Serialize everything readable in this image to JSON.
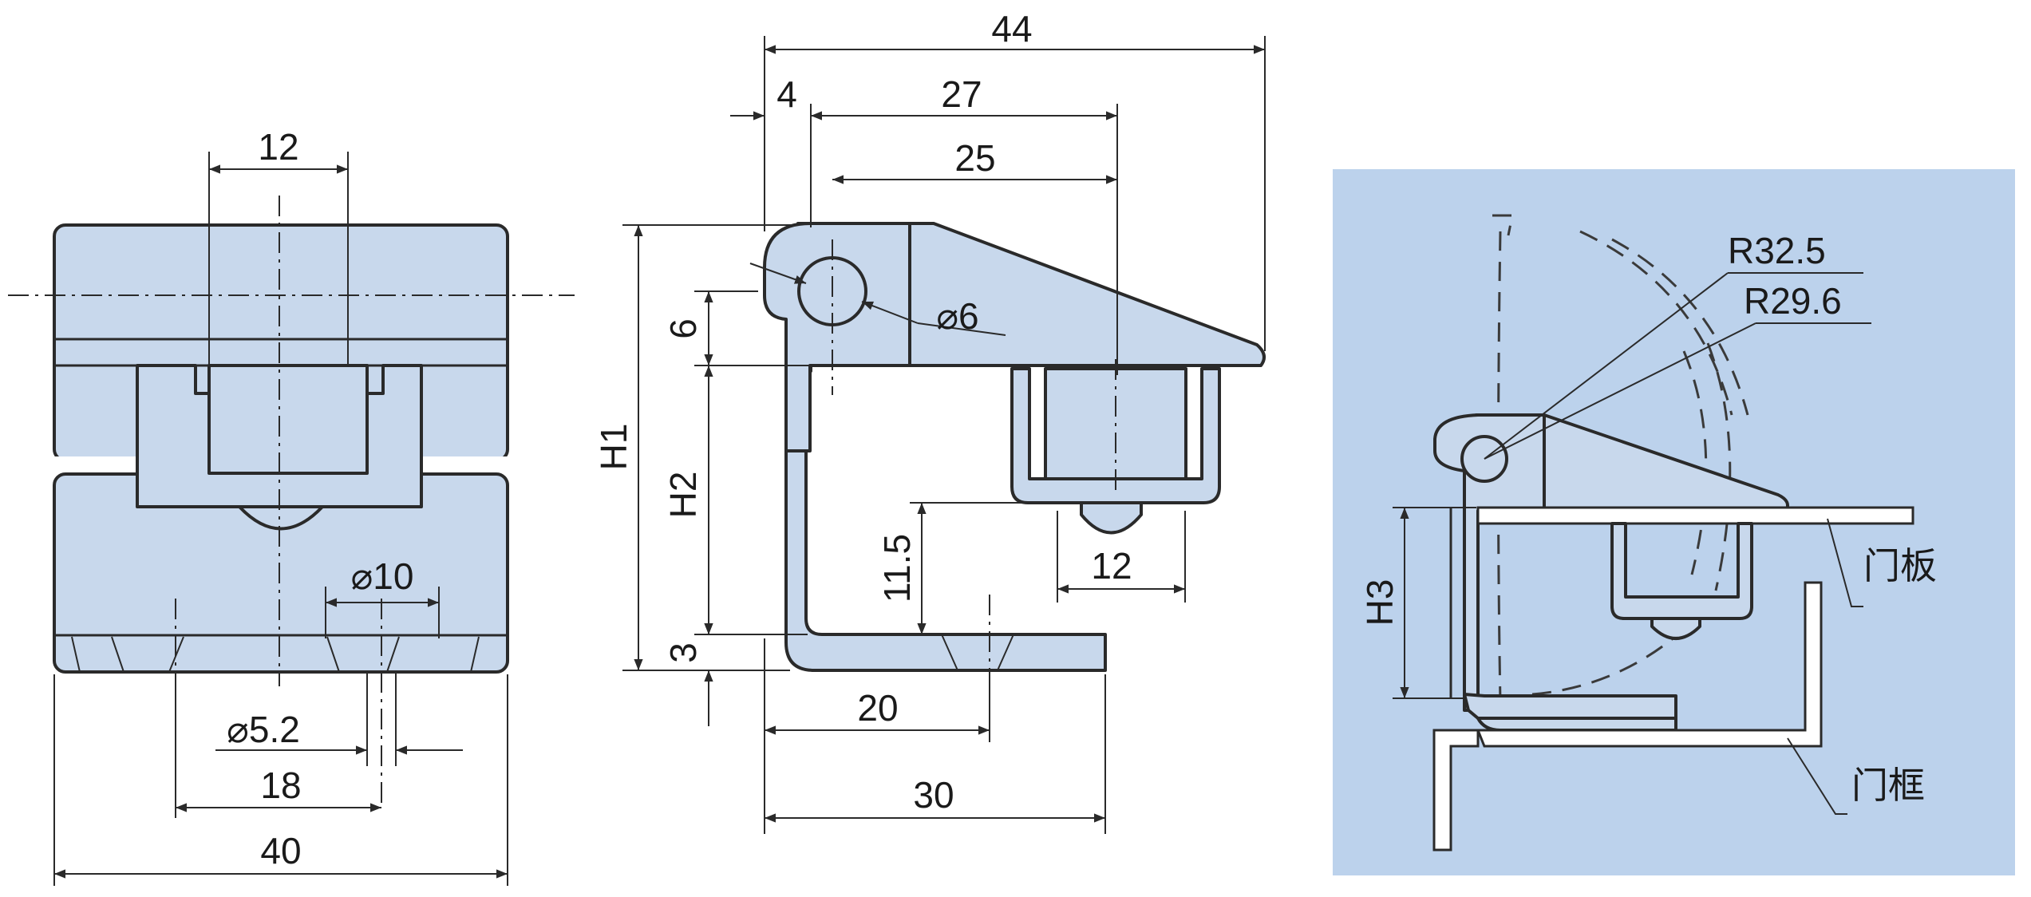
{
  "colors": {
    "part_fill": "#c8d8ec",
    "panel_bg": "#bcd2ec",
    "line": "#2a2a2a"
  },
  "front_view": {
    "dim_top_width": "12",
    "dim_bore": "⌀10",
    "dim_hole": "⌀5.2",
    "dim_hole_spacing": "18",
    "dim_overall_width": "40"
  },
  "side_view": {
    "dim_overall": "44",
    "dim_offset": "4",
    "dim_reach": "27",
    "dim_arm": "25",
    "dim_pivot": "⌀6",
    "dim_pivot_height": "6",
    "dim_h1": "H1",
    "dim_h2": "H2",
    "dim_latch_height": "11.5",
    "dim_base_thickness": "3",
    "dim_latch_width": "12",
    "dim_base_hole": "20",
    "dim_base_length": "30"
  },
  "install_view": {
    "radius_outer": "R32.5",
    "radius_inner": "R29.6",
    "dim_h3": "H3",
    "label_door_panel": "门板",
    "label_door_frame": "门框"
  }
}
